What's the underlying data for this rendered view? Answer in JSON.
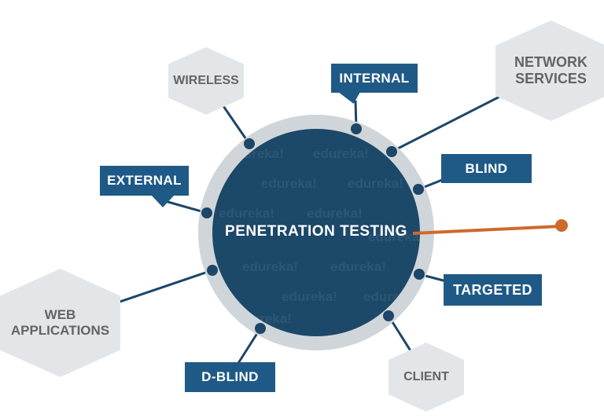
{
  "diagram": {
    "title": "PENETRATION TESTING",
    "watermark": "edureka!",
    "labels": {
      "internal": "INTERNAL",
      "external": "EXTERNAL",
      "blind": "BLIND",
      "targeted": "TARGETED",
      "dblind": "D-BLIND"
    },
    "hexagons": {
      "wireless": "WIRELESS",
      "network_line1": "NETWORK",
      "network_line2": "SERVICES",
      "web_line1": "WEB",
      "web_line2": "APPLICATIONS",
      "client": "CLIENT"
    },
    "colors": {
      "circle_navy": "#1c4869",
      "label_blue": "#1f5a87",
      "connector_navy": "#1d4668",
      "ring_gray": "#d0d5d9",
      "hex_fill": "#e3e6e8",
      "hex_text": "#60656a",
      "orange": "#cd6a2b"
    }
  }
}
